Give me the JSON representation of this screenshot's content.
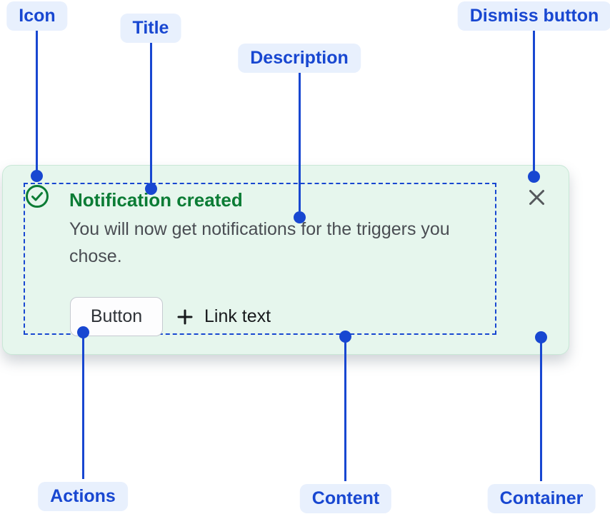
{
  "colors": {
    "annotation_blue": "#1847D1",
    "annotation_pill_bg": "#E8F0FD",
    "card_background": "#E6F6ED",
    "card_border": "#C9E8D7",
    "success_green": "#0B7C35",
    "description_gray": "#4A4D53",
    "dismiss_gray": "#55585C"
  },
  "annotations": {
    "icon": {
      "label": "Icon"
    },
    "title": {
      "label": "Title"
    },
    "description": {
      "label": "Description"
    },
    "dismiss": {
      "label": "Dismiss button"
    },
    "actions": {
      "label": "Actions"
    },
    "content": {
      "label": "Content"
    },
    "container": {
      "label": "Container"
    }
  },
  "notification": {
    "title": "Notification created",
    "description": "You will now get notifications for the triggers you chose.",
    "actions": {
      "button_label": "Button",
      "link_label": "Link text"
    },
    "icons": {
      "status": "check-circle-icon",
      "link": "plus-icon",
      "dismiss": "close-icon"
    }
  }
}
